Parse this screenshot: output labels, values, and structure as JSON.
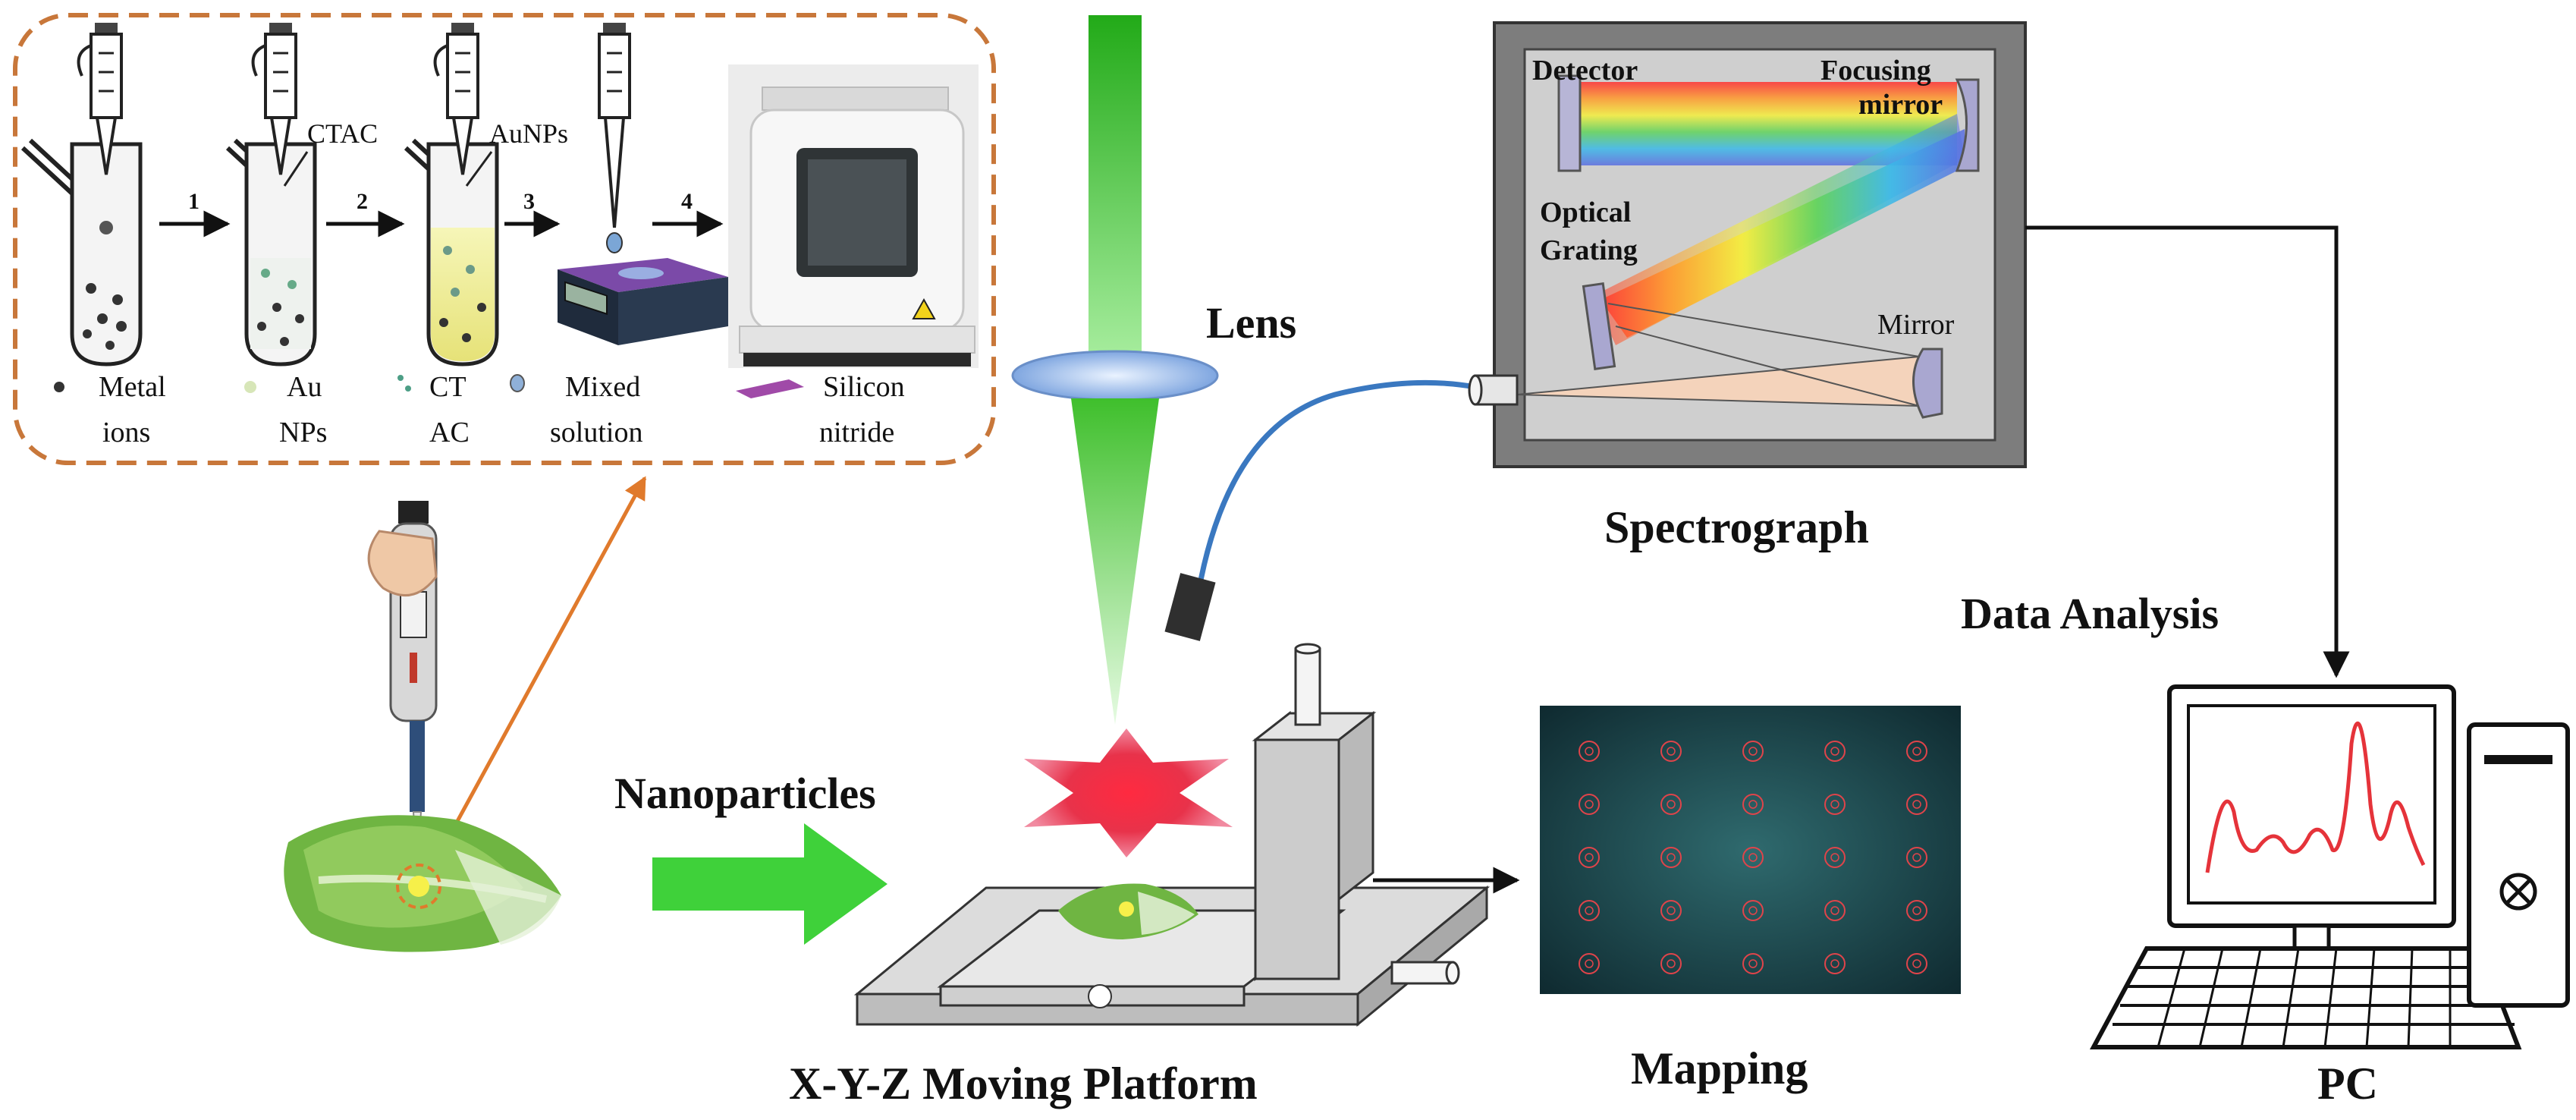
{
  "synthesis": {
    "chemicals": {
      "ctac": "CTAC",
      "aunps": "AuNPs"
    },
    "steps": [
      "1",
      "2",
      "3",
      "4"
    ],
    "legend": [
      {
        "line1": "Metal",
        "line2": "ions"
      },
      {
        "line1": "Au",
        "line2": "NPs"
      },
      {
        "line1": "CT",
        "line2": "AC"
      },
      {
        "line1": "Mixed",
        "line2": "solution"
      },
      {
        "line1": "Silicon",
        "line2": "nitride"
      }
    ]
  },
  "optics": {
    "lens_label": "Lens"
  },
  "spectrograph": {
    "label": "Spectrograph",
    "parts": {
      "detector": "Detector",
      "focusing_line1": "Focusing",
      "focusing_line2": "mirror",
      "grating_line1": "Optical",
      "grating_line2": "Grating",
      "mirror": "Mirror"
    }
  },
  "data_analysis_label": "Data Analysis",
  "nanoparticles_label": "Nanoparticles",
  "platform_label": "X-Y-Z Moving Platform",
  "mapping_label": "Mapping",
  "pc_label": "PC",
  "colors": {
    "dashed_border": "#c8773a",
    "laser_green": "#33bb22",
    "arrow_green": "#3fd13a",
    "lens_blue": "#8fb3e6",
    "fiber_blue": "#3a78c0",
    "spectrum_red": "#e5333a",
    "leaf_green": "#6fb542",
    "laser_spot_red": "#e81e36"
  }
}
